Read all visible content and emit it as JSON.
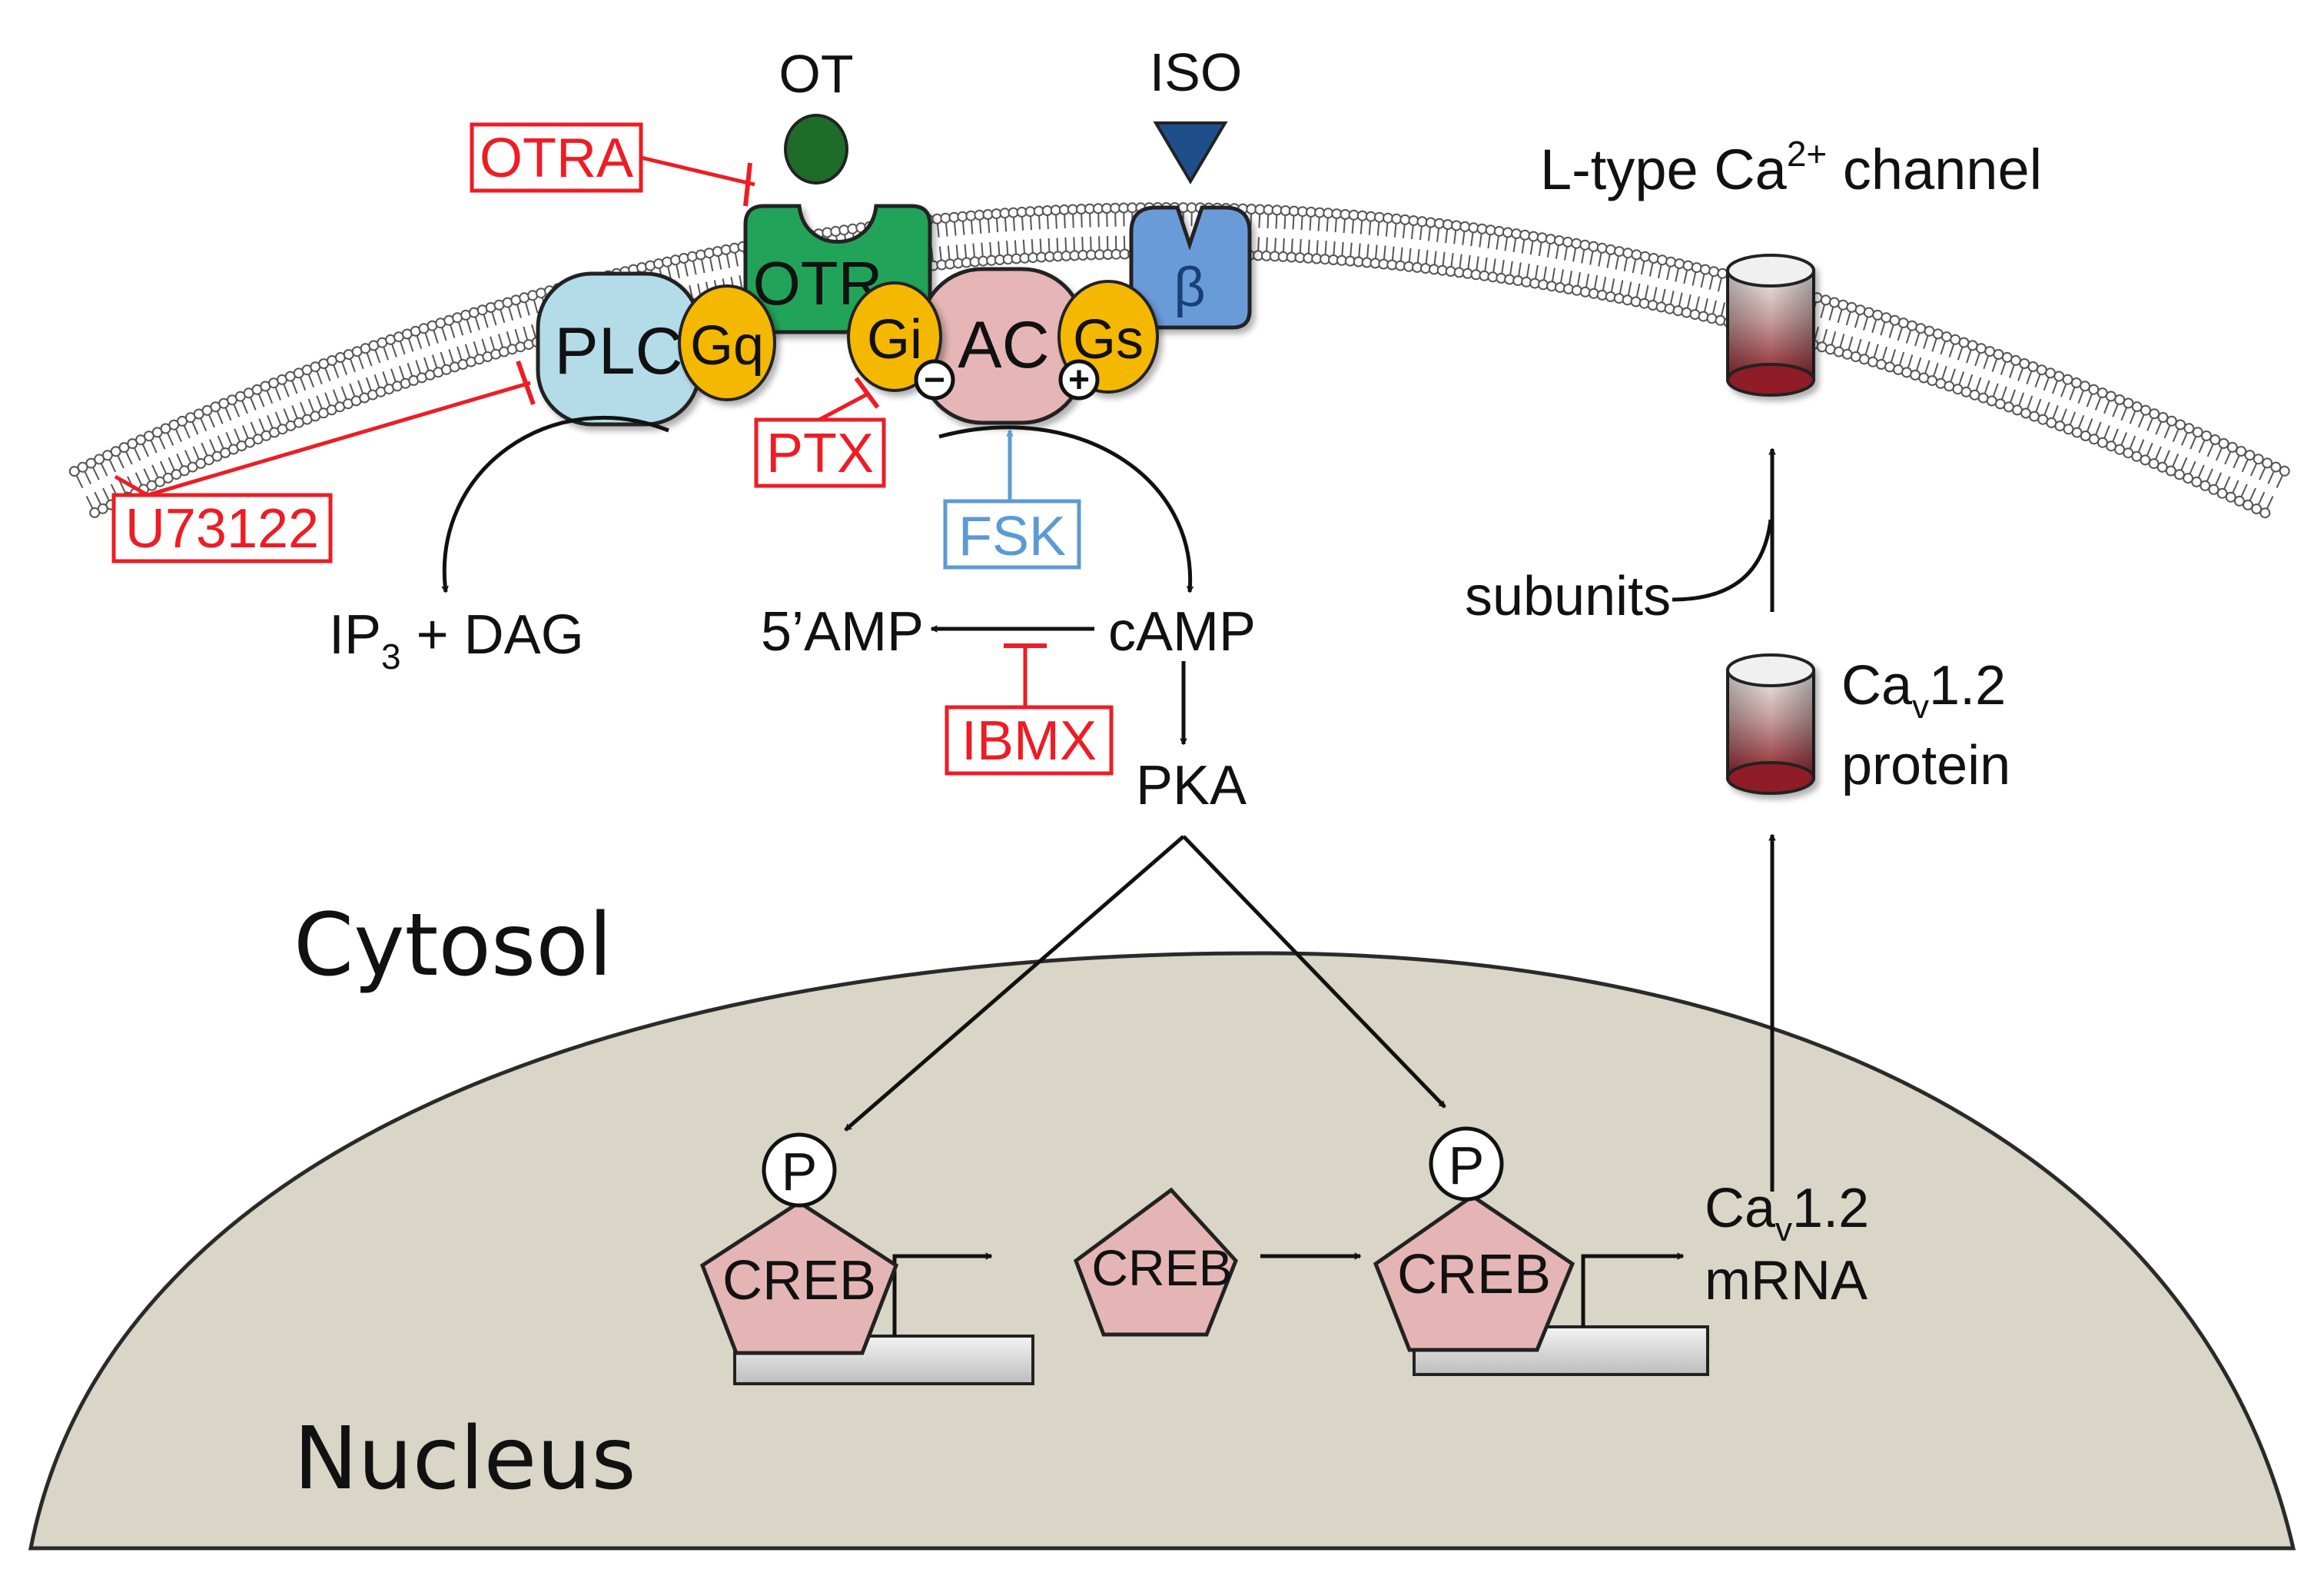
{
  "ligands": {
    "ot": "OT",
    "iso": "ISO"
  },
  "receptors": {
    "otr": "OTR",
    "beta": "β"
  },
  "enzymes": {
    "plc": "PLC",
    "ac": "AC"
  },
  "gproteins": {
    "gq": "Gq",
    "gi": "Gi",
    "gs": "Gs"
  },
  "signs": {
    "minus": "−",
    "plus": "+"
  },
  "drugs": {
    "otra": "OTRA",
    "u73122": "U73122",
    "ptx": "PTX",
    "fsk": "FSK",
    "ibmx": "IBMX"
  },
  "products": {
    "ip3": "IP",
    "ip3_sub": "3",
    "dag": " + DAG",
    "amp5": "5’AMP",
    "camp": "cAMP",
    "pka": "PKA"
  },
  "channel": {
    "pre": "L-type Ca",
    "sup": "2+",
    "post": " channel",
    "subunits": "subunits"
  },
  "cav_protein": {
    "ca": "Ca",
    "sub": "v",
    "num": "1.2",
    "line2": "protein"
  },
  "cav_mrna": {
    "ca": "Ca",
    "sub": "v",
    "num": "1.2",
    "line2": "mRNA"
  },
  "compartments": {
    "cytosol": "Cytosol",
    "nucleus": "Nucleus"
  },
  "creb": {
    "label": "CREB",
    "phospho": "P"
  },
  "colors": {
    "membrane": "#555555",
    "nucleus_fill": "#d9d5c7",
    "receptor_green": "#23a35a",
    "ligand_green": "#1e6b2a",
    "iso_blue": "#1f4f8a",
    "beta_blue": "#6a9bd9",
    "plc_blue": "#b4dbe8",
    "gprotein_yellow": "#f5b800",
    "ac_pink": "#e6b5b5",
    "creb_pink": "#e5b5b5",
    "inhibitor_red": "#ee1c24",
    "activator_blue": "#5b9bd5"
  }
}
